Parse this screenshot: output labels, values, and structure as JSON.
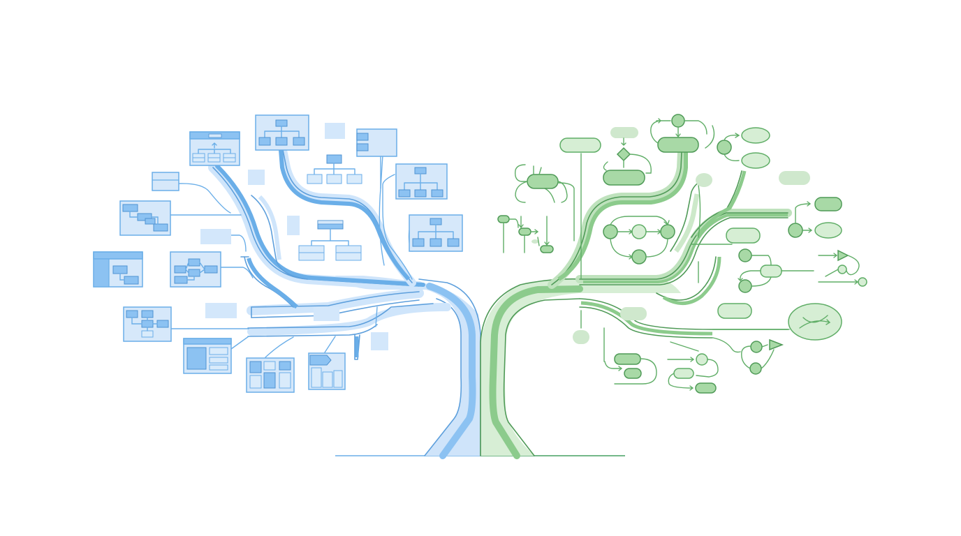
{
  "diagram": {
    "kind": "split-tree-illustration",
    "text_labels": [],
    "halves": [
      {
        "side": "left",
        "theme": "structural-diagram-panels",
        "color": "#6aaee8",
        "fill_light": "#cfe5fb",
        "fill_mid": "#8cc2f2"
      },
      {
        "side": "right",
        "theme": "flowchart-nodes",
        "color": "#5fad66",
        "fill_light": "#d3ecd1",
        "fill_mid": "#9cd39c"
      }
    ],
    "ground_color": "#6aaee8",
    "ground_color_right": "#5fad66"
  }
}
